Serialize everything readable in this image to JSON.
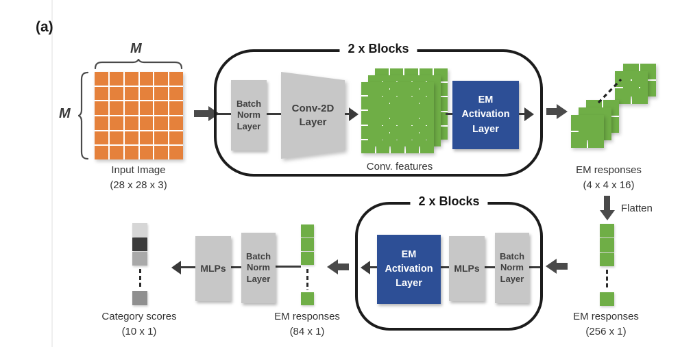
{
  "panel_label": "(a)",
  "palette": {
    "orange": "#E5813B",
    "green": "#6FAE46",
    "blue": "#2D4F96",
    "gray_box": "#C7C7C7",
    "arrow": "#4A4A4A",
    "container_border": "#1C1C1C",
    "category_colors": [
      "#D6D6D6",
      "#3B3B3B",
      "#A9A9A9",
      "#8F8F8F"
    ]
  },
  "grids": {
    "input_dims": "6x6",
    "conv_dims": "5x5",
    "em_dims": "2x2"
  },
  "input": {
    "axis_top": "M",
    "axis_left": "M",
    "caption_1": "Input Image",
    "caption_2": "(28 x 28 x 3)"
  },
  "top_block": {
    "title": "2 x Blocks",
    "batch_norm": [
      "Batch",
      "Norm",
      "Layer"
    ],
    "conv": [
      "Conv-2D",
      "Layer"
    ],
    "conv_features_caption": "Conv. features",
    "em_activation": [
      "EM",
      "Activation",
      "Layer"
    ]
  },
  "em_maps": {
    "caption_1": "EM responses",
    "caption_2": "(4 x 4 x 16)"
  },
  "flatten_label": "Flatten",
  "em_flat": {
    "caption_1": "EM responses",
    "caption_2": "(256 x 1)"
  },
  "bottom_block": {
    "title": "2 x Blocks",
    "em_activation": [
      "EM",
      "Activation",
      "Layer"
    ],
    "mlps": "MLPs",
    "batch_norm": [
      "Batch",
      "Norm",
      "Layer"
    ]
  },
  "em_84": {
    "caption_1": "EM responses",
    "caption_2": "(84 x 1)"
  },
  "output": {
    "batch_norm": [
      "Batch",
      "Norm",
      "Layer"
    ],
    "mlps": "MLPs",
    "caption_1": "Category scores",
    "caption_2": "(10 x 1)"
  }
}
